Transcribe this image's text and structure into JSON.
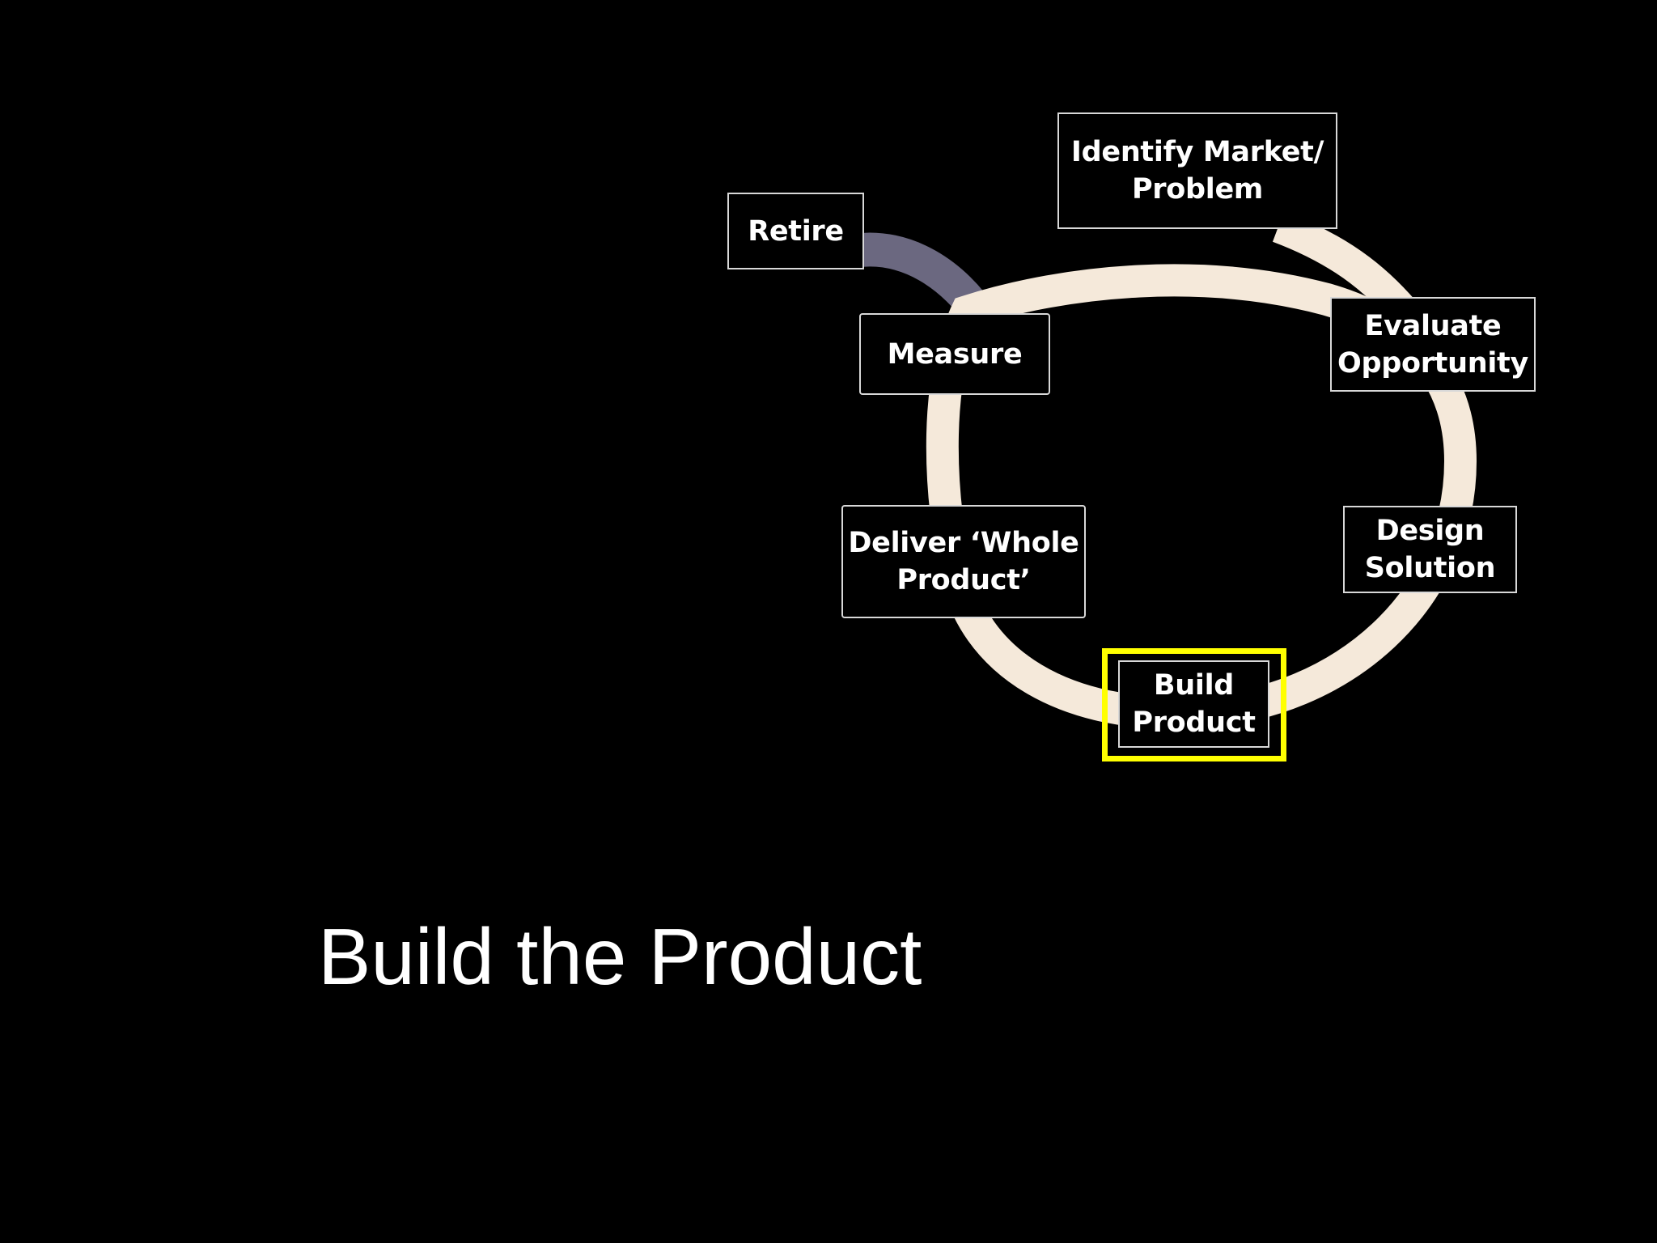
{
  "nodes": {
    "identify": "Identify Market/\nProblem",
    "evaluate": "Evaluate\nOpportunity",
    "design": "Design\nSolution",
    "build": "Build\nProduct",
    "deliver": "Deliver ‘Whole\nProduct’",
    "measure": "Measure",
    "retire": "Retire"
  },
  "highlighted_node": "build",
  "title": "Build the Product",
  "colors": {
    "background": "#000000",
    "cycle_ring": "#f5e9da",
    "retire_path": "#6b6880",
    "highlight": "#ffff00",
    "text": "#ffffff"
  }
}
